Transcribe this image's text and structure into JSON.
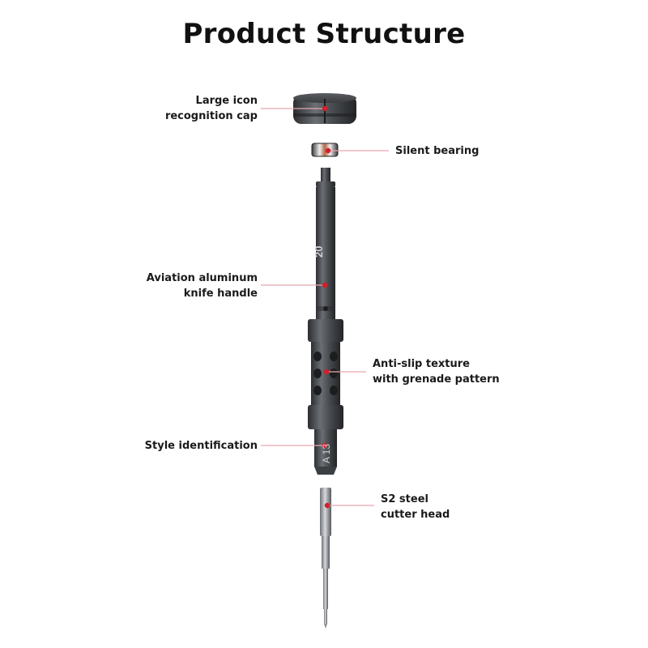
{
  "title": "Product Structure",
  "labels": {
    "cap": [
      "Large icon",
      "recognition cap"
    ],
    "bearing": [
      "Silent bearing"
    ],
    "handle": [
      "Aviation aluminum",
      "knife handle"
    ],
    "texture": [
      "Anti-slip texture",
      "with grenade pattern"
    ],
    "style": [
      "Style identification"
    ],
    "head": [
      "S2 steel",
      "cutter head"
    ]
  },
  "markings": {
    "size": "20",
    "style_code": "A 13"
  },
  "colors": {
    "accent": "#d21f2b",
    "metal_dark": "#3f4246",
    "metal_mid": "#5d6166",
    "leader": "#e8a8ad"
  }
}
